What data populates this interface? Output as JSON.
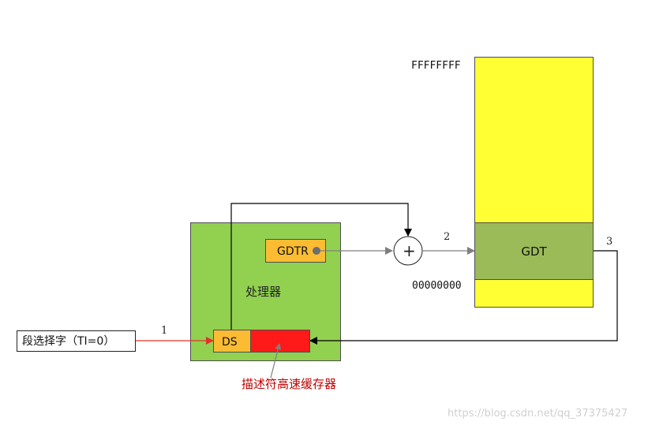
{
  "processor": {
    "label": "处理器",
    "fill": "#92d050"
  },
  "gdtr": {
    "label": "GDTR",
    "fill": "#fbbc34"
  },
  "ds": {
    "label": "DS",
    "fill": "#fbbc34"
  },
  "descriptor_cache": {
    "fill": "#ff1a1a"
  },
  "cache_label": "描述符高速缓存器",
  "selector": {
    "label": "段选择字（TI=0）"
  },
  "memory": {
    "top_address": "FFFFFFFF",
    "bottom_address": "00000000",
    "fill": "#ffff33"
  },
  "gdt": {
    "label": "GDT",
    "fill": "#9bbb59"
  },
  "adder": {
    "symbol": "+"
  },
  "steps": {
    "one": "1",
    "two": "2",
    "three": "3"
  },
  "watermark": "https://blog.csdn.net/qq_37375427",
  "colors": {
    "step1_arrow": "#e5302b",
    "cache_label_text": "#c00000",
    "gray_arrow": "#7f7f7f"
  }
}
